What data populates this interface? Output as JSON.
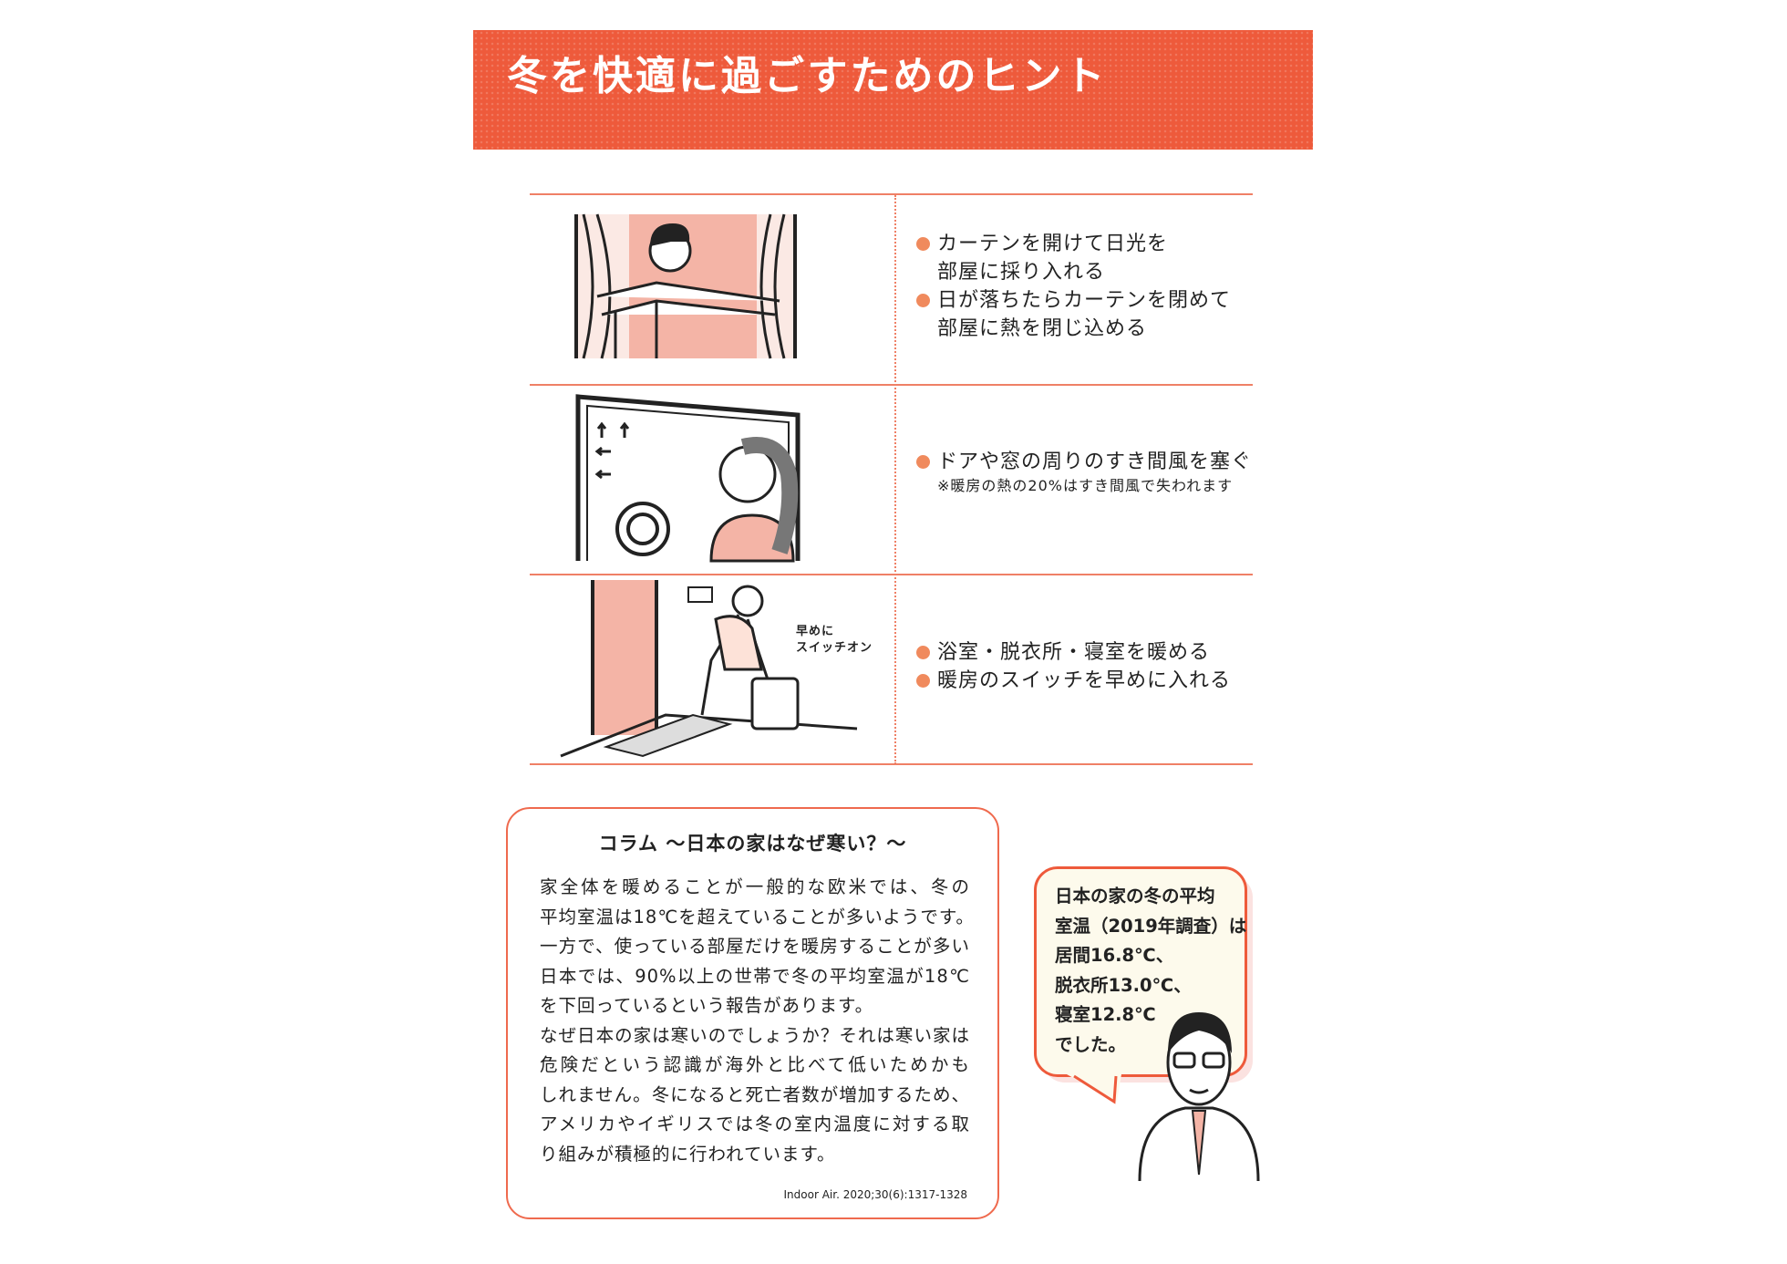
{
  "header": {
    "title": "冬を快適に過ごすためのヒント"
  },
  "tips": [
    {
      "bullets": [
        {
          "line1": "カーテンを開けて日光を",
          "line2": "部屋に採り入れる"
        },
        {
          "line1": "日が落ちたらカーテンを閉めて",
          "line2": "部屋に熱を閉じ込める"
        }
      ]
    },
    {
      "bullets": [
        {
          "line1": "ドアや窓の周りのすき間風を塞ぐ"
        }
      ],
      "note": "※暖房の熱の20%はすき間風で失われます"
    },
    {
      "bullets": [
        {
          "line1": "浴室・脱衣所・寝室を暖める"
        },
        {
          "line1": "暖房のスイッチを早めに入れる"
        }
      ],
      "illustration_label": {
        "line1": "早めに",
        "line2": "スイッチオン"
      }
    }
  ],
  "column": {
    "title": "コラム ～日本の家はなぜ寒い？～",
    "lines": [
      "家全体を暖めることが一般的な欧米では、冬の",
      "平均室温は18℃を超えていることが多いようです。",
      "一方で、使っている部屋だけを暖房することが多い",
      "日本では、90%以上の世帯で冬の平均室温が18℃",
      "を下回っているという報告があります。",
      "なぜ日本の家は寒いのでしょうか？それは寒い家は",
      "危険だという認識が海外と比べて低いためかも",
      "しれません。冬になると死亡者数が増加するため、",
      "アメリカやイギリスでは冬の室内温度に対する取",
      "り組みが積極的に行われています。"
    ],
    "citation": "Indoor Air. 2020;30(6):1317-1328"
  },
  "bubble": {
    "lines": [
      "日本の家の冬の平均",
      "室温（2019年調査）は",
      "居間16.8℃、",
      "脱衣所13.0℃、",
      "寝室12.8℃",
      "でした。"
    ]
  },
  "colors": {
    "accent": "#ee5a3b",
    "bullet": "#f08a5d",
    "pink": "#f4b4a6",
    "bubble_fill": "#fdfaec"
  }
}
